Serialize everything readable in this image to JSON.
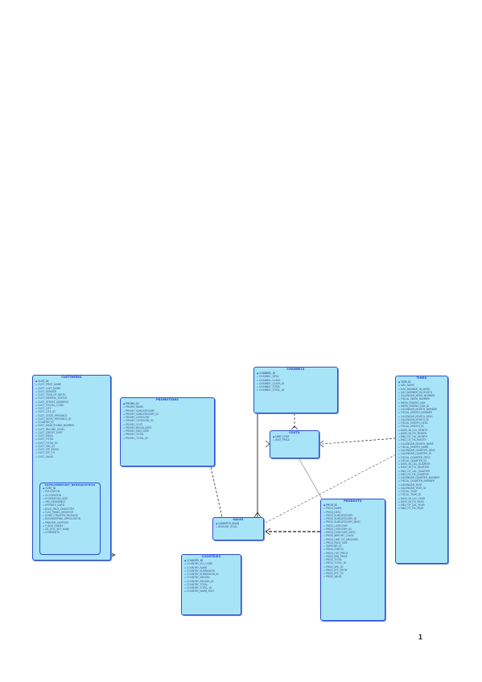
{
  "entities": {
    "customers": {
      "title": "CUSTOMERS",
      "attrs": [
        "CUST_ID",
        "CUST_FIRST_NAME",
        "CUST_LAST_NAME",
        "CUST_GENDER",
        "CUST_YEAR_OF_BIRTH",
        "CUST_MARITAL_STATUS",
        "CUST_STREET_ADDRESS",
        "CUST_POSTAL_CODE",
        "CUST_CITY",
        "CUST_CITY_ID",
        "CUST_STATE_PROVINCE",
        "CUST_STATE_PROVINCE_ID",
        "COUNTRY_ID",
        "CUST_MAIN_PHONE_NUMBER",
        "CUST_INCOME_LEVEL",
        "CUST_CREDIT_LIMIT",
        "CUST_EMAIL",
        "CUST_TOTAL",
        "CUST_TOTAL_ID",
        "CUST_SRC_ID",
        "CUST_EFF_FROM",
        "CUST_EFF_TO",
        "CUST_VALID"
      ],
      "nested": {
        "title": "SUPPLEMENTARY_DEMOGRAPHICS",
        "attrs": [
          "CUST_ID",
          "EDUCATION",
          "OCCUPATION",
          "HOUSEHOLD_SIZE",
          "YRS_RESIDENCE",
          "AFFINITY_CARD",
          "BULK_PACK_DISKETTES",
          "FLAT_PANEL_MONITOR",
          "HOME_THEATER_PACKAGE",
          "BOOKKEEPING_APPLICATION",
          "PRINTER_SUPPLIES",
          "Y_BOX_GAMES",
          "OS_DOC_SET_KANJI",
          "COMMENTS"
        ]
      }
    },
    "promotions": {
      "title": "PROMOTIONS",
      "attrs": [
        "PROMO_ID",
        "PROMO_NAME",
        "PROMO_SUBCATEGORY",
        "PROMO_SUBCATEGORY_ID",
        "PROMO_CATEGORY",
        "PROMO_CATEGORY_ID",
        "PROMO_COST",
        "PROMO_BEGIN_DATE",
        "PROMO_END_DATE",
        "PROMO_TOTAL",
        "PROMO_TOTAL_ID"
      ]
    },
    "channels": {
      "title": "CHANNELS",
      "attrs": [
        "CHANNEL_ID",
        "CHANNEL_DESC",
        "CHANNEL_CLASS",
        "CHANNEL_CLASS_ID",
        "CHANNEL_TOTAL",
        "CHANNEL_TOTAL_ID"
      ]
    },
    "costs": {
      "title": "COSTS",
      "attrs": [
        "UNIT_COST",
        "UNIT_PRICE"
      ]
    },
    "times": {
      "title": "TIMES",
      "attrs": [
        "TIME_ID",
        "DAY_NAME",
        "DAY_NUMBER_IN_WEEK",
        "DAY_NUMBER_IN_MONTH",
        "CALENDAR_WEEK_NUMBER",
        "FISCAL_WEEK_NUMBER",
        "WEEK_ENDING_DAY",
        "WEEK_ENDING_DAY_ID",
        "CALENDAR_MONTH_NUMBER",
        "FISCAL_MONTH_NUMBER",
        "CALENDAR_MONTH_DESC",
        "CALENDAR_MONTH_ID",
        "FISCAL_MONTH_DESC",
        "FISCAL_MONTH_ID",
        "DAYS_IN_CAL_MONTH",
        "DAYS_IN_FIS_MONTH",
        "END_OF_CAL_MONTH",
        "END_OF_FIS_MONTH",
        "CALENDAR_MONTH_NAME",
        "FISCAL_MONTH_NAME",
        "CALENDAR_QUARTER_DESC",
        "CALENDAR_QUARTER_ID",
        "FISCAL_QUARTER_DESC",
        "FISCAL_QUARTER_ID",
        "DAYS_IN_CAL_QUARTER",
        "DAYS_IN_FIS_QUARTER",
        "END_OF_CAL_QUARTER",
        "END_OF_FIS_QUARTER",
        "CALENDAR_QUARTER_NUMBER",
        "FISCAL_QUARTER_NUMBER",
        "CALENDAR_YEAR",
        "CALENDAR_YEAR_ID",
        "FISCAL_YEAR",
        "FISCAL_YEAR_ID",
        "DAYS_IN_CAL_YEAR",
        "DAYS_IN_FIS_YEAR",
        "END_OF_CAL_YEAR",
        "END_OF_FIS_YEAR"
      ]
    },
    "sales": {
      "title": "SALES",
      "attrs": [
        "QUANTITY_SOLD",
        "AMOUNT_SOLD"
      ]
    },
    "products": {
      "title": "PRODUCTS",
      "attrs": [
        "PROD_ID",
        "PROD_NAME",
        "PROD_DESC",
        "PROD_SUBCATEGORY",
        "PROD_SUBCATEGORY_ID",
        "PROD_SUBCATEGORY_DESC",
        "PROD_CATEGORY",
        "PROD_CATEGORY_ID",
        "PROD_CATEGORY_DESC",
        "PROD_WEIGHT_CLASS",
        "PROD_UNIT_OF_MEASURE",
        "PROD_PACK_SIZE",
        "SUPPLIER_ID",
        "PROD_STATUS",
        "PROD_LIST_PRICE",
        "PROD_MIN_PRICE",
        "PROD_TOTAL",
        "PROD_TOTAL_ID",
        "PROD_SRC_ID",
        "PROD_EFF_FROM",
        "PROD_EFF_TO",
        "PROD_VALID"
      ]
    },
    "countries": {
      "title": "COUNTRIES",
      "attrs": [
        "COUNTRY_ID",
        "COUNTRY_ISO_CODE",
        "COUNTRY_NAME",
        "COUNTRY_SUBREGION",
        "COUNTRY_SUBREGION_ID",
        "COUNTRY_REGION",
        "COUNTRY_REGION_ID",
        "COUNTRY_TOTAL",
        "COUNTRY_TOTAL_ID",
        "COUNTRY_NAME_HIST"
      ]
    }
  },
  "page_number": "1",
  "colors": {
    "entity_fill": "#a8e4f8",
    "entity_border": "#2a4fd6",
    "title_text": "#1f2fd0"
  }
}
